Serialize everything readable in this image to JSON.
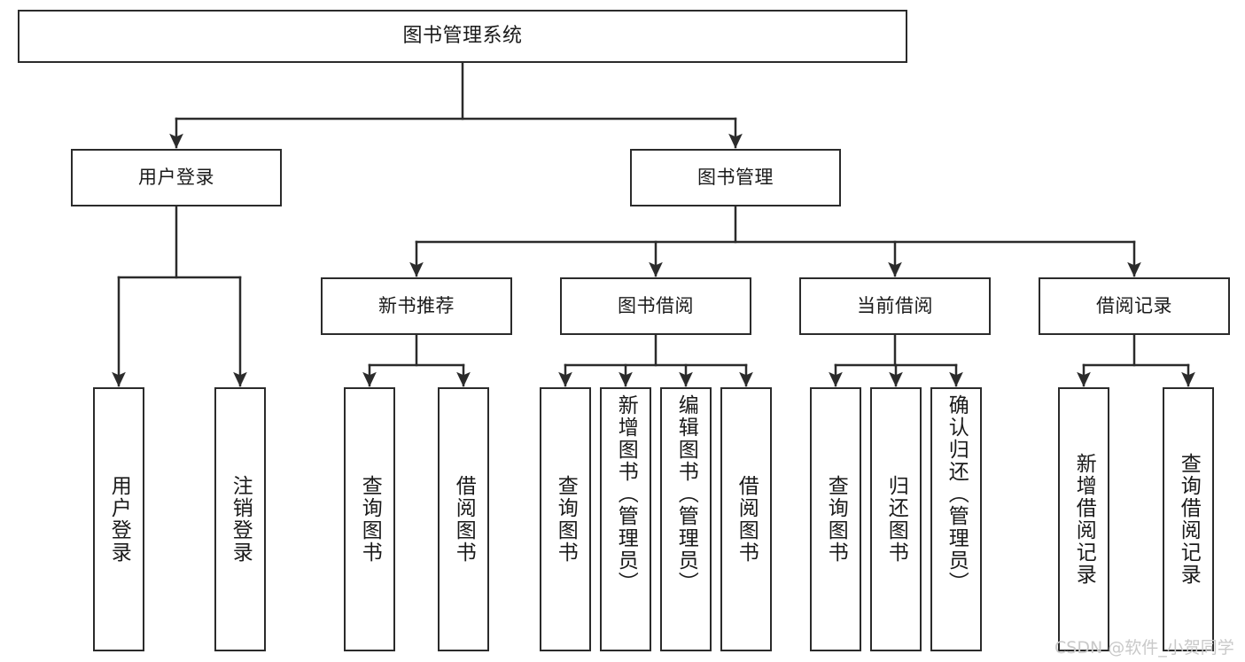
{
  "diagram": {
    "type": "hierarchy-tree",
    "title": "图书管理系统",
    "root": {
      "id": "root",
      "label": "图书管理系统"
    },
    "level2": [
      {
        "id": "user-login",
        "label": "用户登录"
      },
      {
        "id": "book-manage",
        "label": "图书管理"
      }
    ],
    "level3": [
      {
        "id": "new-book-recommend",
        "label": "新书推荐",
        "parent": "book-manage"
      },
      {
        "id": "book-borrow",
        "label": "图书借阅",
        "parent": "book-manage"
      },
      {
        "id": "current-borrow",
        "label": "当前借阅",
        "parent": "book-manage"
      },
      {
        "id": "borrow-record",
        "label": "借阅记录",
        "parent": "book-manage"
      }
    ],
    "leaves": [
      {
        "id": "leaf-user-login",
        "label": "用户登录",
        "parent": "user-login"
      },
      {
        "id": "leaf-user-logout",
        "label": "注销登录",
        "parent": "user-login"
      },
      {
        "id": "leaf-query-book-1",
        "label": "查询图书",
        "parent": "new-book-recommend"
      },
      {
        "id": "leaf-borrow-book-1",
        "label": "借阅图书",
        "parent": "new-book-recommend"
      },
      {
        "id": "leaf-query-book-2",
        "label": "查询图书",
        "parent": "book-borrow"
      },
      {
        "id": "leaf-add-book",
        "label": "新增图书（管理员）",
        "parent": "book-borrow"
      },
      {
        "id": "leaf-edit-book",
        "label": "编辑图书（管理员）",
        "parent": "book-borrow"
      },
      {
        "id": "leaf-borrow-book-2",
        "label": "借阅图书",
        "parent": "book-borrow"
      },
      {
        "id": "leaf-query-book-3",
        "label": "查询图书",
        "parent": "current-borrow"
      },
      {
        "id": "leaf-return-book",
        "label": "归还图书",
        "parent": "current-borrow"
      },
      {
        "id": "leaf-confirm-return",
        "label": "确认归还（管理员）",
        "parent": "current-borrow"
      },
      {
        "id": "leaf-add-record",
        "label": "新增借阅记录",
        "parent": "borrow-record"
      },
      {
        "id": "leaf-query-record",
        "label": "查询借阅记录",
        "parent": "borrow-record"
      }
    ],
    "watermark": "CSDN @软件_小贺同学",
    "colors": {
      "stroke": "#2b2b2b",
      "fill": "#ffffff",
      "text": "#1a1a1a",
      "watermark": "#c9c9c9"
    }
  }
}
